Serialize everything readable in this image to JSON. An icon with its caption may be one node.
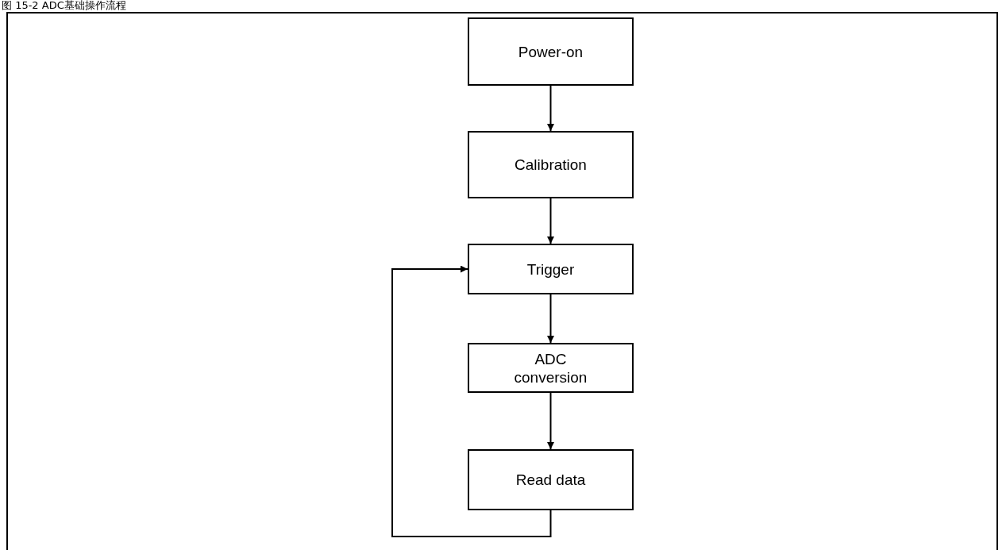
{
  "diagram": {
    "title": "图 15-2 ADC基础操作流程",
    "nodes": [
      {
        "text": [
          "Power-on"
        ]
      },
      {
        "text": [
          "Calibration"
        ]
      },
      {
        "text": [
          "Trigger"
        ]
      },
      {
        "text": [
          "ADC conversion"
        ]
      },
      {
        "text": [
          "Read data"
        ]
      }
    ],
    "edges": [
      {
        "from": 0,
        "to": 1,
        "arrow": "to"
      },
      {
        "from": 1,
        "to": 2,
        "arrow": "to"
      },
      {
        "from": 2,
        "to": 3,
        "arrow": "to"
      },
      {
        "from": 3,
        "to": 4,
        "arrow": "to"
      },
      {
        "from": 4,
        "to": 2,
        "arrow": "to"
      }
    ]
  }
}
